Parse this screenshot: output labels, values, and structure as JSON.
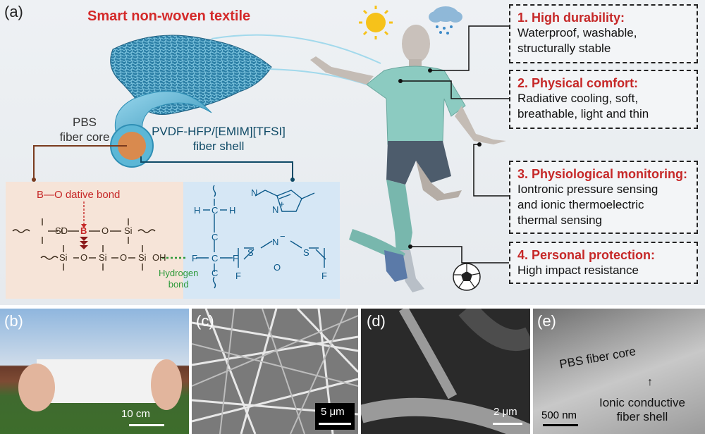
{
  "panel_a": {
    "letter": "(a)",
    "title": "Smart non-woven textile",
    "core_label_line1": "PBS",
    "core_label_line2": "fiber core",
    "shell_label_line1": "PVDF-HFP/[EMIM][TFSI]",
    "shell_label_line2": "fiber shell",
    "bond_label": "B—O dative bond",
    "hbond_line1": "Hydrogen",
    "hbond_line2": "bond",
    "features": [
      {
        "title": "1. High durability:",
        "lines": [
          "Waterproof, washable,",
          "structurally stable"
        ]
      },
      {
        "title": "2. Physical comfort:",
        "lines": [
          "Radiative cooling, soft,",
          "breathable, light and thin"
        ]
      },
      {
        "title": "3. Physiological monitoring:",
        "lines": [
          "Iontronic pressure sensing",
          "and ionic thermoelectric",
          "thermal sensing"
        ]
      },
      {
        "title": "4. Personal protection:",
        "lines": [
          "High impact resistance"
        ]
      }
    ],
    "chem_left": {
      "row1": [
        "Si",
        "O",
        "B",
        "O",
        "Si"
      ],
      "row2": [
        "Si",
        "O",
        "Si",
        "O",
        "Si",
        "OH"
      ]
    },
    "chem_right": {
      "h": "H",
      "c1": "C",
      "h2": "H",
      "c2": "C",
      "c3": "C",
      "f1": "F",
      "c4": "C",
      "f2": "F",
      "n_plus": "N",
      "plus": "+",
      "n2": "N",
      "n_minus": "N",
      "minus": "−",
      "s1": "S",
      "s2": "S",
      "o": "O",
      "cf3_left": "F",
      "cf3_right": "F"
    }
  },
  "panel_b": {
    "letter": "(b)",
    "scale": "10 cm"
  },
  "panel_c": {
    "letter": "(c)",
    "scale": "5 μm"
  },
  "panel_d": {
    "letter": "(d)",
    "scale": "2 μm"
  },
  "panel_e": {
    "letter": "(e)",
    "scale": "500 nm",
    "core_label": "PBS fiber core",
    "shell_line1": "Ionic conductive",
    "shell_line2": "fiber shell"
  },
  "colors": {
    "accent_red": "#c62828",
    "shell_blue": "#0f4a66",
    "hbond_green": "#2e9a3a"
  }
}
